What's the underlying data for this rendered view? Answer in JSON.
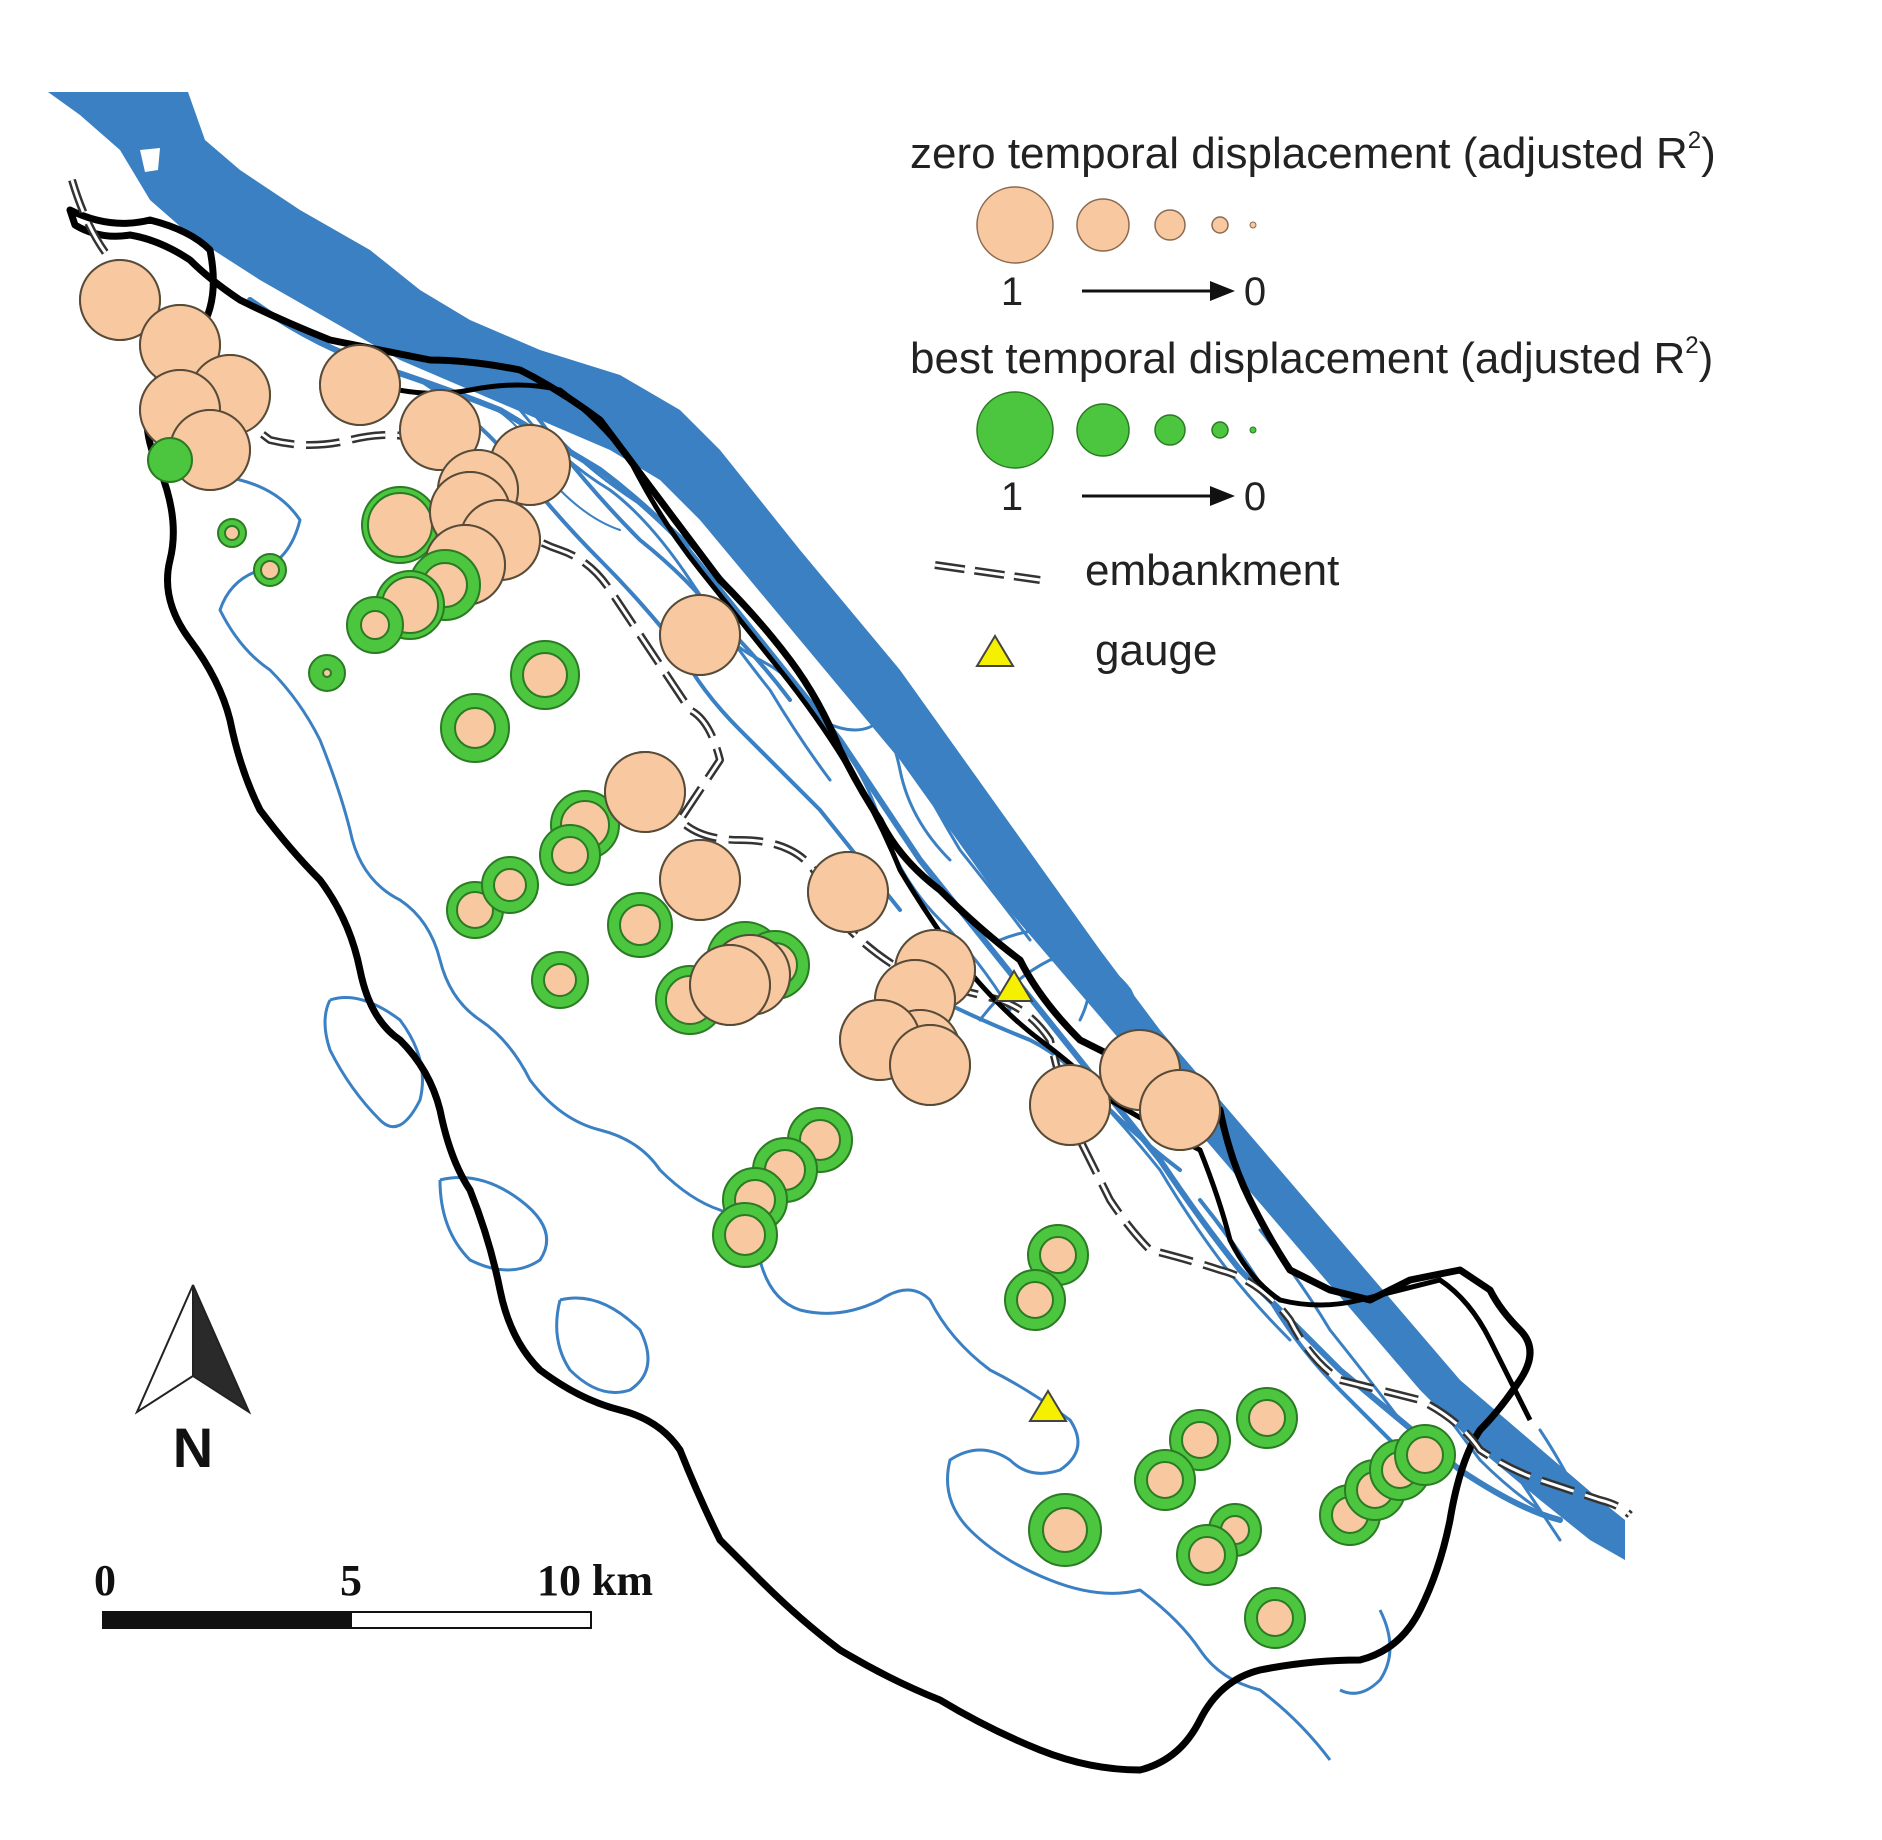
{
  "legend": {
    "zero_title": "zero temporal displacement (adjusted R",
    "best_title": "best temporal displacement (adjusted R",
    "sup": "2",
    "close_paren": ")",
    "scale_high": "1",
    "scale_low": "0",
    "embankment_label": "embankment",
    "gauge_label": "gauge"
  },
  "north_label": "N",
  "scale_bar": {
    "labels": [
      "0",
      "5",
      "10 km"
    ]
  },
  "colors": {
    "river": "#3a80c3",
    "zero_fill": "#f8c8a0",
    "best_fill": "#4cc53f",
    "gauge_fill": "#f4f000",
    "boundary": "#000000"
  },
  "icons": {
    "north_arrow": "north-arrow-icon",
    "gauge": "triangle-icon"
  }
}
